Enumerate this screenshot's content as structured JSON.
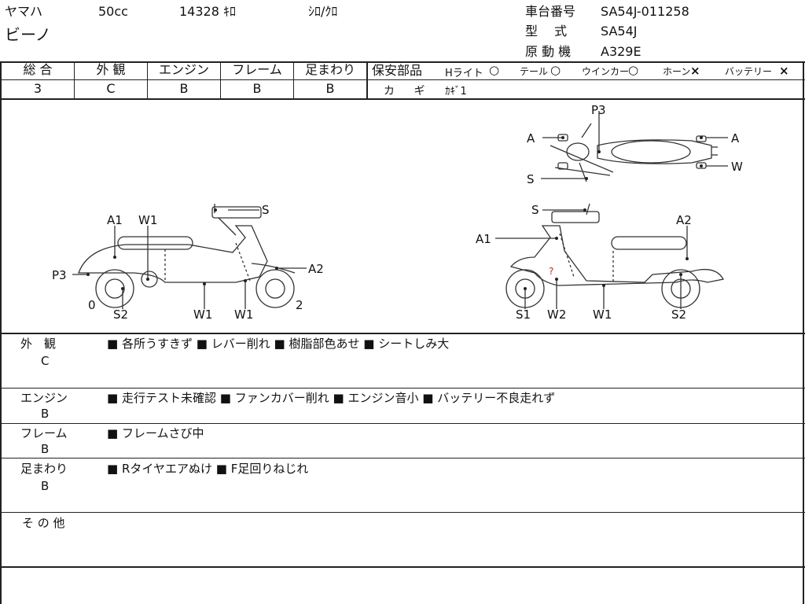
{
  "header": {
    "maker": "ヤマハ",
    "model_name": "ビーノ",
    "displacement": "50cc",
    "mileage": "14328 ｷﾛ",
    "color": "ｼﾛ/ｸﾛ",
    "frame_no_label": "車台番号",
    "frame_no": "SA54J-011258",
    "type_label": "型　 式",
    "type_value": "SA54J",
    "engine_label": "原 動 機",
    "engine_value": "A329E"
  },
  "grades": {
    "overall_label": "総 合",
    "overall": "3",
    "exterior_label": "外 観",
    "exterior": "C",
    "engine_label": "エンジン",
    "engine": "B",
    "frame_label": "フレーム",
    "frame": "B",
    "suspension_label": "足まわり",
    "suspension": "B"
  },
  "safety_parts": {
    "label": "保安部品",
    "items": [
      {
        "name": "Hライト",
        "mark": "○"
      },
      {
        "name": "テール",
        "mark": "○"
      },
      {
        "name": "ウインカー",
        "mark": "○"
      },
      {
        "name": "ホーン",
        "mark": "×"
      },
      {
        "name": "バッテリー",
        "mark": "×"
      }
    ],
    "key_label": "カ ギ",
    "key_value": "ｶｷﾞ1"
  },
  "diagram_labels": {
    "top": [
      "P3",
      "A",
      "A",
      "S",
      "W"
    ],
    "left": [
      "A1",
      "W1",
      "S",
      "P3",
      "A2",
      "0",
      "S2",
      "W1",
      "W1",
      "2"
    ],
    "right": [
      "S",
      "A1",
      "A2",
      "S1",
      "W2",
      "W1",
      "S2"
    ],
    "mark": "?"
  },
  "notes": [
    {
      "label": "外　観",
      "grade": "C",
      "items": [
        "各所うすきず",
        "レバー削れ",
        "樹脂部色あせ",
        "シートしみ大"
      ]
    },
    {
      "label": "エンジン",
      "grade": "B",
      "items": [
        "走行テスト未確認",
        "ファンカバー削れ",
        "エンジン音小",
        "バッテリー不良走れず"
      ]
    },
    {
      "label": "フレーム",
      "grade": "B",
      "items": [
        "フレームさび中"
      ]
    },
    {
      "label": "足まわり",
      "grade": "B",
      "items": [
        "Rタイヤエアぬけ",
        "F足回りねじれ"
      ]
    },
    {
      "label": "そ の 他",
      "grade": "",
      "items": []
    }
  ],
  "bullet": "■",
  "colors": {
    "line": "#222222",
    "accent_mark": "#cc2222"
  }
}
